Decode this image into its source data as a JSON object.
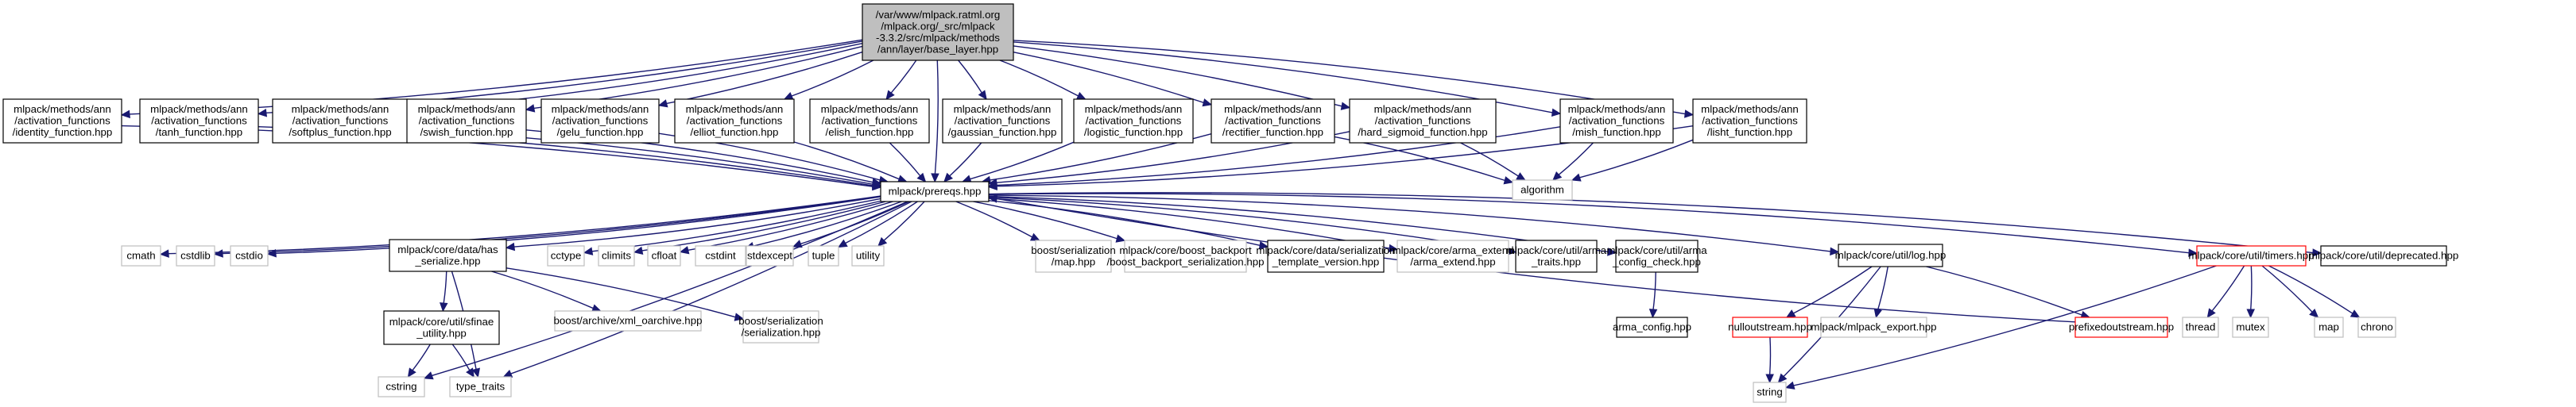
{
  "title": "Include dependency graph for base_layer.hpp",
  "colors": {
    "edge": "#191970",
    "root_fill": "#bfbfbf",
    "documented_border": "#000000",
    "external_border": "#bfbfbf",
    "truncated_border": "#ff0000"
  },
  "nodes": {
    "root": [
      "/var/www/mlpack.ratml.org",
      "/mlpack.org/_src/mlpack",
      "-3.3.2/src/mlpack/methods",
      "/ann/layer/base_layer.hpp"
    ],
    "identity": [
      "mlpack/methods/ann",
      "/activation_functions",
      "/identity_function.hpp"
    ],
    "tanh": [
      "mlpack/methods/ann",
      "/activation_functions",
      "/tanh_function.hpp"
    ],
    "softplus": [
      "mlpack/methods/ann",
      "/activation_functions",
      "/softplus_function.hpp"
    ],
    "swish": [
      "mlpack/methods/ann",
      "/activation_functions",
      "/swish_function.hpp"
    ],
    "gelu": [
      "mlpack/methods/ann",
      "/activation_functions",
      "/gelu_function.hpp"
    ],
    "elliot": [
      "mlpack/methods/ann",
      "/activation_functions",
      "/elliot_function.hpp"
    ],
    "elish": [
      "mlpack/methods/ann",
      "/activation_functions",
      "/elish_function.hpp"
    ],
    "gaussian": [
      "mlpack/methods/ann",
      "/activation_functions",
      "/gaussian_function.hpp"
    ],
    "logistic": [
      "mlpack/methods/ann",
      "/activation_functions",
      "/logistic_function.hpp"
    ],
    "rectifier": [
      "mlpack/methods/ann",
      "/activation_functions",
      "/rectifier_function.hpp"
    ],
    "hard_sigmoid": [
      "mlpack/methods/ann",
      "/activation_functions",
      "/hard_sigmoid_function.hpp"
    ],
    "mish": [
      "mlpack/methods/ann",
      "/activation_functions",
      "/mish_function.hpp"
    ],
    "lisht": [
      "mlpack/methods/ann",
      "/activation_functions",
      "/lisht_function.hpp"
    ],
    "prereqs": [
      "mlpack/prereqs.hpp"
    ],
    "algorithm": [
      "algorithm"
    ],
    "cmath": [
      "cmath"
    ],
    "cstdlib": [
      "cstdlib"
    ],
    "cstdio": [
      "cstdio"
    ],
    "has_serialize": [
      "mlpack/core/data/has",
      "_serialize.hpp"
    ],
    "cctype": [
      "cctype"
    ],
    "climits": [
      "climits"
    ],
    "cfloat": [
      "cfloat"
    ],
    "cstdint": [
      "cstdint"
    ],
    "stdexcept": [
      "stdexcept"
    ],
    "tuple": [
      "tuple"
    ],
    "utility": [
      "utility"
    ],
    "boost_map": [
      "boost/serialization",
      "/map.hpp"
    ],
    "boost_backport": [
      "mlpack/core/boost_backport",
      "/boost_backport_serialization.hpp"
    ],
    "serialization_template": [
      "mlpack/core/data/serialization",
      "_template_version.hpp"
    ],
    "arma_extend": [
      "mlpack/core/arma_extend",
      "/arma_extend.hpp"
    ],
    "arma_traits": [
      "mlpack/core/util/arma",
      "_traits.hpp"
    ],
    "arma_config_check": [
      "mlpack/core/util/arma",
      "_config_check.hpp"
    ],
    "log": [
      "mlpack/core/util/log.hpp"
    ],
    "timers": [
      "mlpack/core/util/timers.hpp"
    ],
    "deprecated": [
      "mlpack/core/util/deprecated.hpp"
    ],
    "sfinae": [
      "mlpack/core/util/sfinae",
      "_utility.hpp"
    ],
    "xml_oarchive": [
      "boost/archive/xml_oarchive.hpp"
    ],
    "boost_serialization": [
      "boost/serialization",
      "/serialization.hpp"
    ],
    "cstring": [
      "cstring"
    ],
    "type_traits": [
      "type_traits"
    ],
    "arma_config": [
      "arma_config.hpp"
    ],
    "nulloutstream": [
      "nulloutstream.hpp"
    ],
    "mlpack_export": [
      "mlpack/mlpack_export.hpp"
    ],
    "prefixedoutstream": [
      "prefixedoutstream.hpp"
    ],
    "string": [
      "string"
    ],
    "thread": [
      "thread"
    ],
    "mutex": [
      "mutex"
    ],
    "map": [
      "map"
    ],
    "chrono": [
      "chrono"
    ]
  },
  "edges": [
    [
      "root",
      "identity"
    ],
    [
      "root",
      "tanh"
    ],
    [
      "root",
      "softplus"
    ],
    [
      "root",
      "swish"
    ],
    [
      "root",
      "gelu"
    ],
    [
      "root",
      "elliot"
    ],
    [
      "root",
      "elish"
    ],
    [
      "root",
      "gaussian"
    ],
    [
      "root",
      "logistic"
    ],
    [
      "root",
      "rectifier"
    ],
    [
      "root",
      "hard_sigmoid"
    ],
    [
      "root",
      "mish"
    ],
    [
      "root",
      "lisht"
    ],
    [
      "root",
      "prereqs"
    ],
    [
      "identity",
      "prereqs"
    ],
    [
      "tanh",
      "prereqs"
    ],
    [
      "softplus",
      "prereqs"
    ],
    [
      "swish",
      "prereqs"
    ],
    [
      "gelu",
      "prereqs"
    ],
    [
      "elliot",
      "prereqs"
    ],
    [
      "elish",
      "prereqs"
    ],
    [
      "gaussian",
      "prereqs"
    ],
    [
      "logistic",
      "prereqs"
    ],
    [
      "rectifier",
      "prereqs"
    ],
    [
      "hard_sigmoid",
      "prereqs"
    ],
    [
      "mish",
      "prereqs"
    ],
    [
      "lisht",
      "prereqs"
    ],
    [
      "rectifier",
      "algorithm"
    ],
    [
      "hard_sigmoid",
      "algorithm"
    ],
    [
      "mish",
      "algorithm"
    ],
    [
      "lisht",
      "algorithm"
    ],
    [
      "prereqs",
      "cmath"
    ],
    [
      "prereqs",
      "cstdlib"
    ],
    [
      "prereqs",
      "cstdio"
    ],
    [
      "prereqs",
      "has_serialize"
    ],
    [
      "prereqs",
      "cctype"
    ],
    [
      "prereqs",
      "climits"
    ],
    [
      "prereqs",
      "cfloat"
    ],
    [
      "prereqs",
      "cstdint"
    ],
    [
      "prereqs",
      "stdexcept"
    ],
    [
      "prereqs",
      "tuple"
    ],
    [
      "prereqs",
      "utility"
    ],
    [
      "prereqs",
      "boost_map"
    ],
    [
      "prereqs",
      "boost_backport"
    ],
    [
      "prereqs",
      "serialization_template"
    ],
    [
      "prereqs",
      "arma_extend"
    ],
    [
      "prereqs",
      "arma_traits"
    ],
    [
      "prereqs",
      "arma_config_check"
    ],
    [
      "prereqs",
      "log"
    ],
    [
      "prereqs",
      "timers"
    ],
    [
      "prereqs",
      "deprecated"
    ],
    [
      "prereqs",
      "cstring"
    ],
    [
      "prereqs",
      "type_traits"
    ],
    [
      "has_serialize",
      "sfinae"
    ],
    [
      "has_serialize",
      "xml_oarchive"
    ],
    [
      "has_serialize",
      "boost_serialization"
    ],
    [
      "has_serialize",
      "type_traits"
    ],
    [
      "sfinae",
      "cstring"
    ],
    [
      "sfinae",
      "type_traits"
    ],
    [
      "arma_config_check",
      "arma_config"
    ],
    [
      "log",
      "nulloutstream"
    ],
    [
      "log",
      "mlpack_export"
    ],
    [
      "log",
      "prefixedoutstream"
    ],
    [
      "log",
      "string"
    ],
    [
      "nulloutstream",
      "string"
    ],
    [
      "prefixedoutstream",
      "prereqs"
    ],
    [
      "timers",
      "thread"
    ],
    [
      "timers",
      "mutex"
    ],
    [
      "timers",
      "map"
    ],
    [
      "timers",
      "chrono"
    ],
    [
      "timers",
      "string"
    ]
  ]
}
